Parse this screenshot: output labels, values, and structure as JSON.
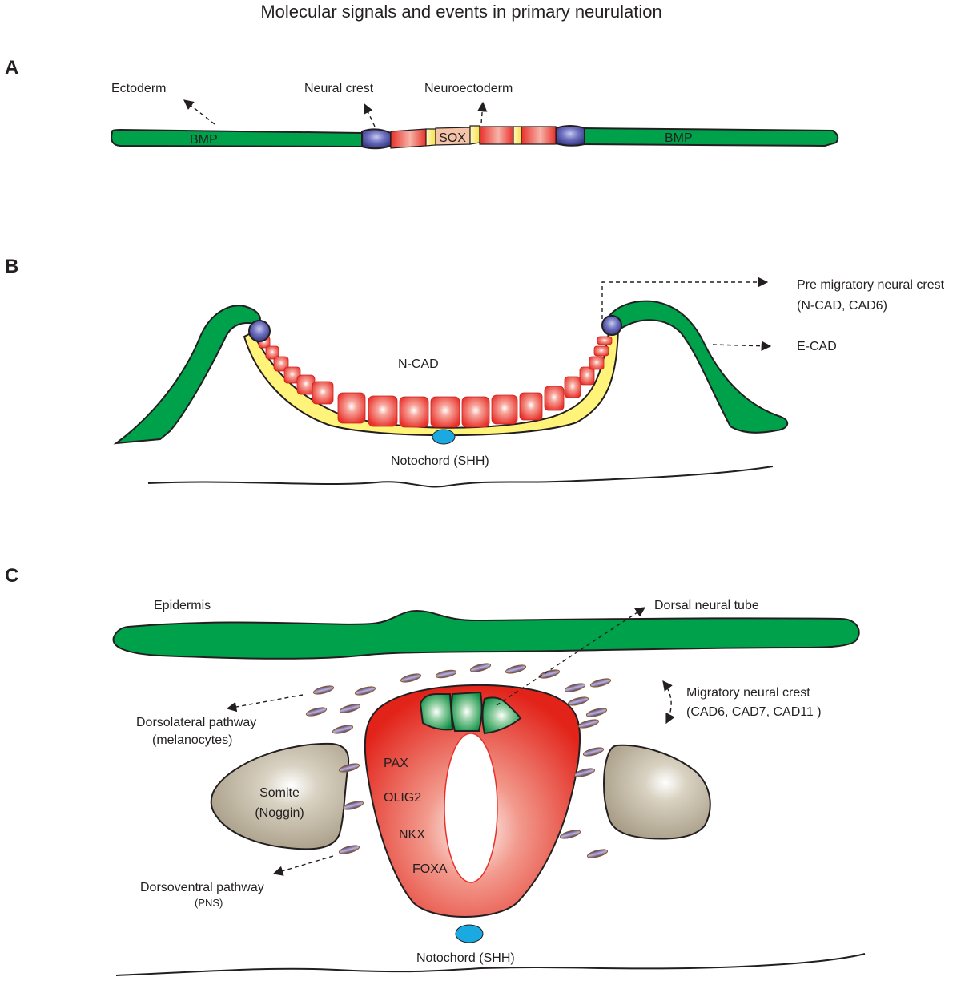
{
  "title": "Molecular signals and events in primary neurulation",
  "panels": {
    "a": {
      "letter": "A",
      "ectoderm": "Ectoderm",
      "neural_crest": "Neural crest",
      "neuroectoderm": "Neuroectoderm",
      "bmp_left": "BMP",
      "bmp_right": "BMP",
      "sox": "SOX"
    },
    "b": {
      "letter": "B",
      "ncad": "N-CAD",
      "notochord": "Notochord (SHH)",
      "premigratory_line1": "Pre migratory neural crest",
      "premigratory_line2": "(N-CAD, CAD6)",
      "ecad": "E-CAD"
    },
    "c": {
      "letter": "C",
      "epidermis": "Epidermis",
      "dorsal_tube": "Dorsal neural tube",
      "migratory_line1": "Migratory neural crest",
      "migratory_line2": "(CAD6, CAD7, CAD11 )",
      "dorsolateral_line1": "Dorsolateral pathway",
      "dorsolateral_line2": "(melanocytes)",
      "somite_line1": "Somite",
      "somite_line2": "(Noggin)",
      "pax": "PAX",
      "olig2": "OLIG2",
      "nkx": "NKX",
      "foxa": "FOXA",
      "dorsoventral_line1": "Dorsoventral pathway",
      "dorsoventral_line2": "(PNS)",
      "notochord": "Notochord (SHH)"
    }
  },
  "colors": {
    "ectoderm_green": "#00a14b",
    "neural_crest_blue": "#4b4fa3",
    "neural_red": "#e8302a",
    "sox_yellow": "#fff37a",
    "somite_tan": "#b8ad98",
    "notochord_blue": "#1ba9e1"
  }
}
